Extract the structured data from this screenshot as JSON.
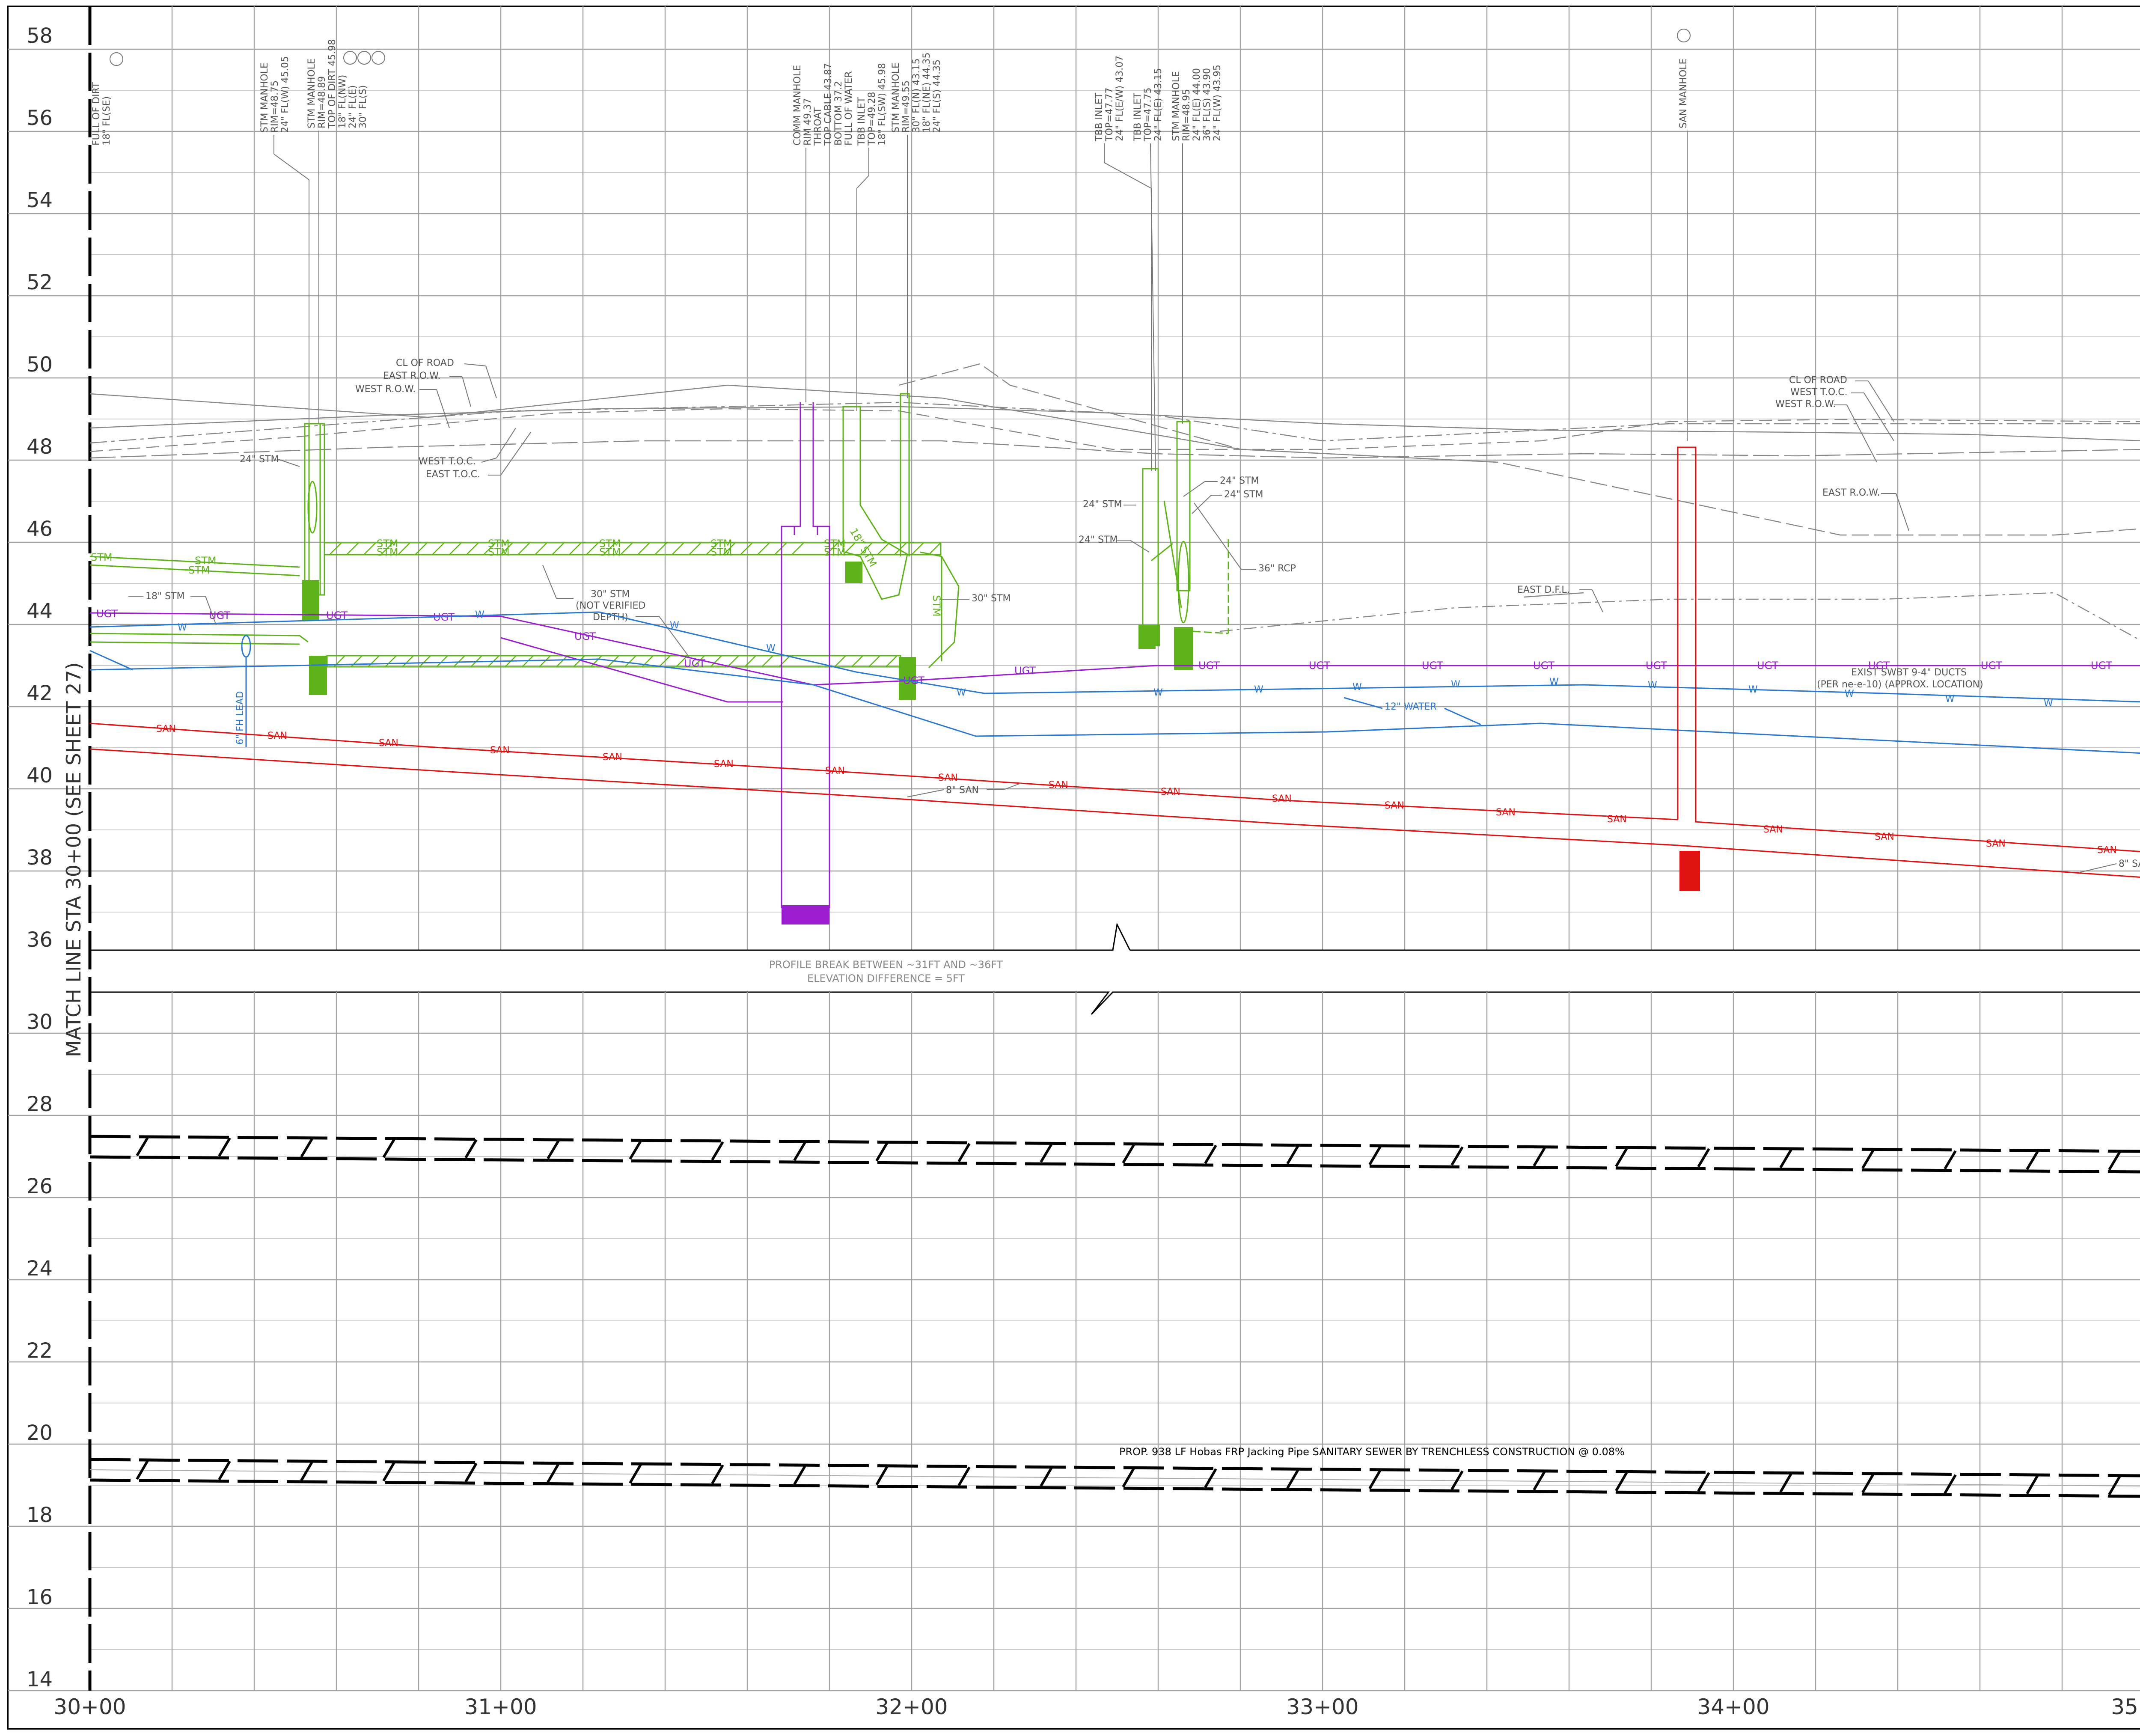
{
  "match_line": "MATCH LINE STA 30+00 (SEE SHEET 27)",
  "upper_elevations": [
    "58",
    "56",
    "54",
    "52",
    "50",
    "48",
    "46",
    "44",
    "42",
    "40",
    "38",
    "36"
  ],
  "lower_elevations": [
    "30",
    "28",
    "26",
    "24",
    "22",
    "20",
    "18",
    "16",
    "14"
  ],
  "stations": [
    "30+00",
    "31+00",
    "32+00",
    "33+00",
    "34+00",
    "35+"
  ],
  "profile_break": {
    "line1": "PROFILE BREAK BETWEEN ~31FT AND ~36FT",
    "line2": "ELEVATION DIFFERENCE = 5FT"
  },
  "pipe_note": "PROP. 938 LF Hobas FRP Jacking Pipe SANITARY SEWER BY TRENCHLESS CONSTRUCTION @ 0.08%",
  "structure_callouts": [
    {
      "id": "dirt-1",
      "lines": [
        "FULL OF DIRT",
        "18\" FL(SE)"
      ]
    },
    {
      "id": "stm-mh-1",
      "lines": [
        "STM MANHOLE",
        "RIM=48.75",
        "24\" FL(W) 45.05"
      ]
    },
    {
      "id": "stm-mh-2",
      "lines": [
        "STM MANHOLE",
        "RIM=48.89",
        "TOP OF DIRT 45.98",
        "18\" FL(NW)",
        "24\" FL(E)",
        "30\" FL(S)"
      ]
    },
    {
      "id": "comm-mh",
      "lines": [
        "COMM MANHOLE",
        "RIM 49.37",
        "THROAT",
        "TOP CABLE 43.87",
        "BOTTOM 37.2",
        "FULL OF WATER"
      ]
    },
    {
      "id": "tbb-inlet-1",
      "lines": [
        "TBB INLET",
        "TOP=49.28",
        "18\" FL(SW) 45.98"
      ]
    },
    {
      "id": "stm-mh-3",
      "lines": [
        "STM MANHOLE",
        "RIM=49.55",
        "30\" FL(N) 43.15",
        "18\" FL(NE) 44.35",
        "24\" FL(S) 44.35"
      ]
    },
    {
      "id": "tbb-inlet-2",
      "lines": [
        "TBB INLET",
        "TOP=47.77",
        "24\" FL(E/W) 43.07"
      ]
    },
    {
      "id": "tbb-inlet-3",
      "lines": [
        "TBB INLET",
        "TOP=47.75",
        "24\" FL(E) 43.15"
      ]
    },
    {
      "id": "stm-mh-4",
      "lines": [
        "STM MANHOLE",
        "RIM=48.95",
        "24\" FL(E) 44.00",
        "36\" FL(S) 43.90",
        "24\" FL(W) 43.95"
      ]
    },
    {
      "id": "san-mh",
      "lines": [
        "SAN MANHOLE"
      ]
    }
  ],
  "labels": {
    "cl_road_l": "CL OF ROAD",
    "east_row_l": "EAST R.O.W.",
    "west_row_l": "WEST R.O.W.",
    "west_toc_l": "WEST T.O.C.",
    "east_toc_l": "EAST T.O.C.",
    "stm24_a": "24\" STM",
    "stm18": "18\" STM",
    "stm30": "30\" STM",
    "not_verified": "(NOT VERIFIED",
    "depth": "DEPTH)",
    "stm30_b": "30\" STM",
    "stm24_b": "24\" STM",
    "stm24_c": "24\" STM",
    "stm24_d": "24\" STM",
    "stm24_e": "24\" STM",
    "rcp36": "36\" RCP",
    "east_dfl": "EAST D.F.L.",
    "cl_road_r": "CL OF ROAD",
    "west_toc_r": "WEST T.O.C.",
    "west_row_r": "WEST R.O.W.",
    "east_row_r": "EAST R.O.W.",
    "swbt": "EXIST SWBT 9-4\" DUCTS",
    "swbt2": "(PER ne-e-10) (APPROX. LOCATION)",
    "water12": "12\" WATER",
    "san8": "8\" SAN",
    "san8_r": "8\" SA",
    "fh_lead": "6\" FH LEAD",
    "stm_v": "STM",
    "stm_18_v": "18\" STM"
  },
  "line_tags": {
    "stm": "STM",
    "ugt": "UGT",
    "water": "W",
    "san": "SAN"
  },
  "colors": {
    "storm": "#5fb31a",
    "ugt": "#9b1fd1",
    "water": "#2b78d0",
    "sanitary": "#e01212"
  }
}
